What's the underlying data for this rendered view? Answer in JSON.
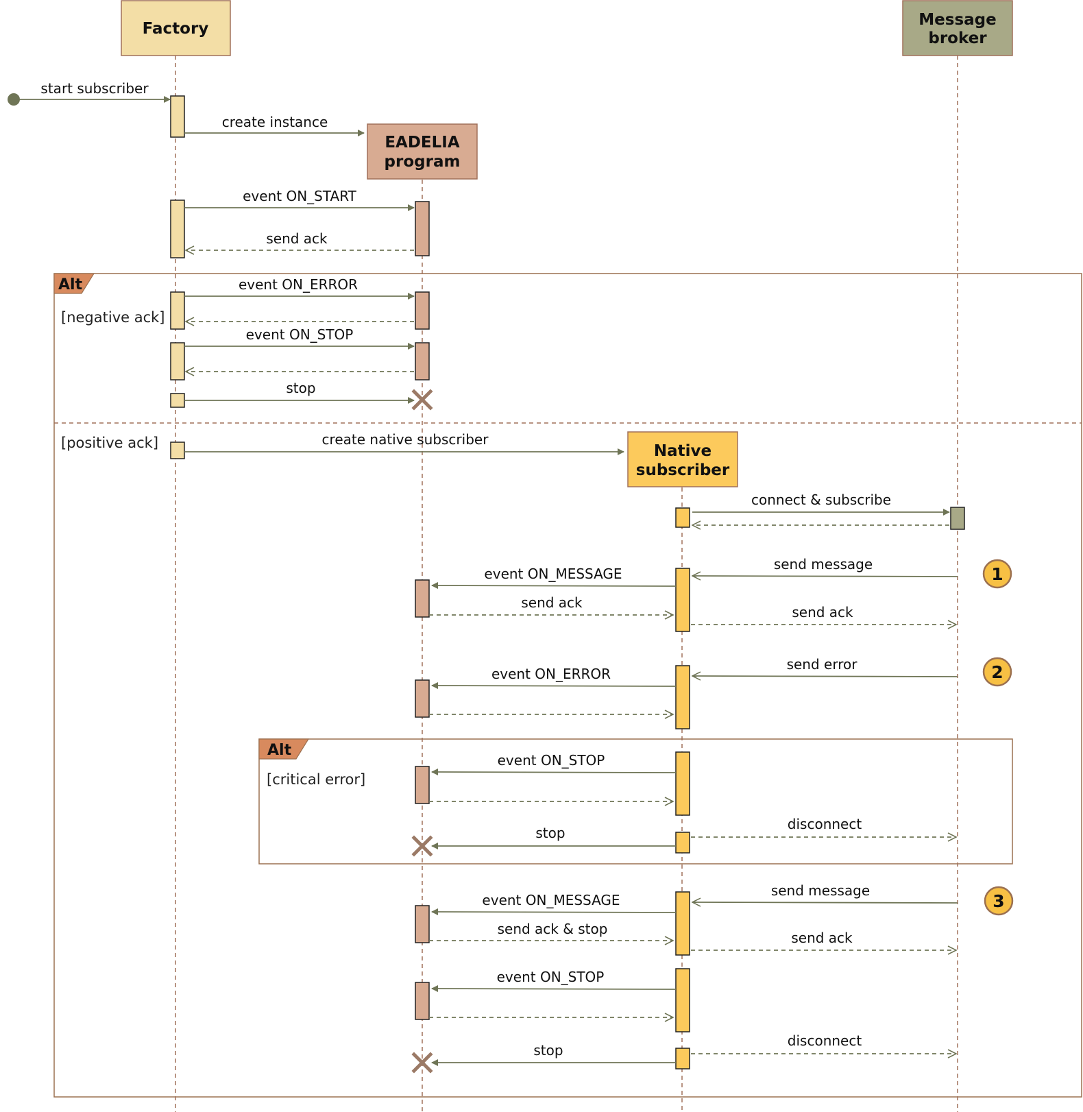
{
  "colors": {
    "factory": "#f3dea6",
    "program": "#d8ab92",
    "native": "#fcca5c",
    "broker": "#a8a987",
    "arrow": "#6f7556",
    "lifeline": "#a0705a",
    "frame": "#9b7050",
    "frame_tag": "#d88a5e",
    "destroy": "#9b7a66",
    "badge": "#f7c044"
  },
  "actors": {
    "factory": {
      "lines": [
        "Factory"
      ]
    },
    "program": {
      "lines": [
        "EADELIA",
        "program"
      ]
    },
    "native": {
      "lines": [
        "Native",
        "subscriber"
      ]
    },
    "broker": {
      "lines": [
        "Message",
        "broker"
      ]
    }
  },
  "frames": {
    "outer": {
      "tag": "Alt",
      "guard_top": "[negative ack]",
      "guard_bottom": "[positive ack]"
    },
    "inner": {
      "tag": "Alt",
      "guard": "[critical error]"
    }
  },
  "messages": {
    "start_subscriber": "start subscriber",
    "create_instance": "create instance",
    "event_on_start": "event ON_START",
    "send_ack_1": "send ack",
    "event_on_error_1": "event ON_ERROR",
    "event_on_stop_1": "event ON_STOP",
    "stop_1": "stop",
    "create_native": "create native subscriber",
    "connect_subscribe": "connect & subscribe",
    "send_message_1": "send message",
    "event_on_message_1": "event ON_MESSAGE",
    "send_ack_2": "send ack",
    "send_ack_3": "send ack",
    "send_error": "send error",
    "event_on_error_2": "event ON_ERROR",
    "event_on_stop_2": "event ON_STOP",
    "stop_2": "stop",
    "disconnect_1": "disconnect",
    "send_message_2": "send message",
    "event_on_message_2": "event ON_MESSAGE",
    "send_ack_stop": "send ack & stop",
    "send_ack_4": "send ack",
    "event_on_stop_3": "event ON_STOP",
    "stop_3": "stop",
    "disconnect_2": "disconnect"
  },
  "badges": [
    "1",
    "2",
    "3"
  ]
}
